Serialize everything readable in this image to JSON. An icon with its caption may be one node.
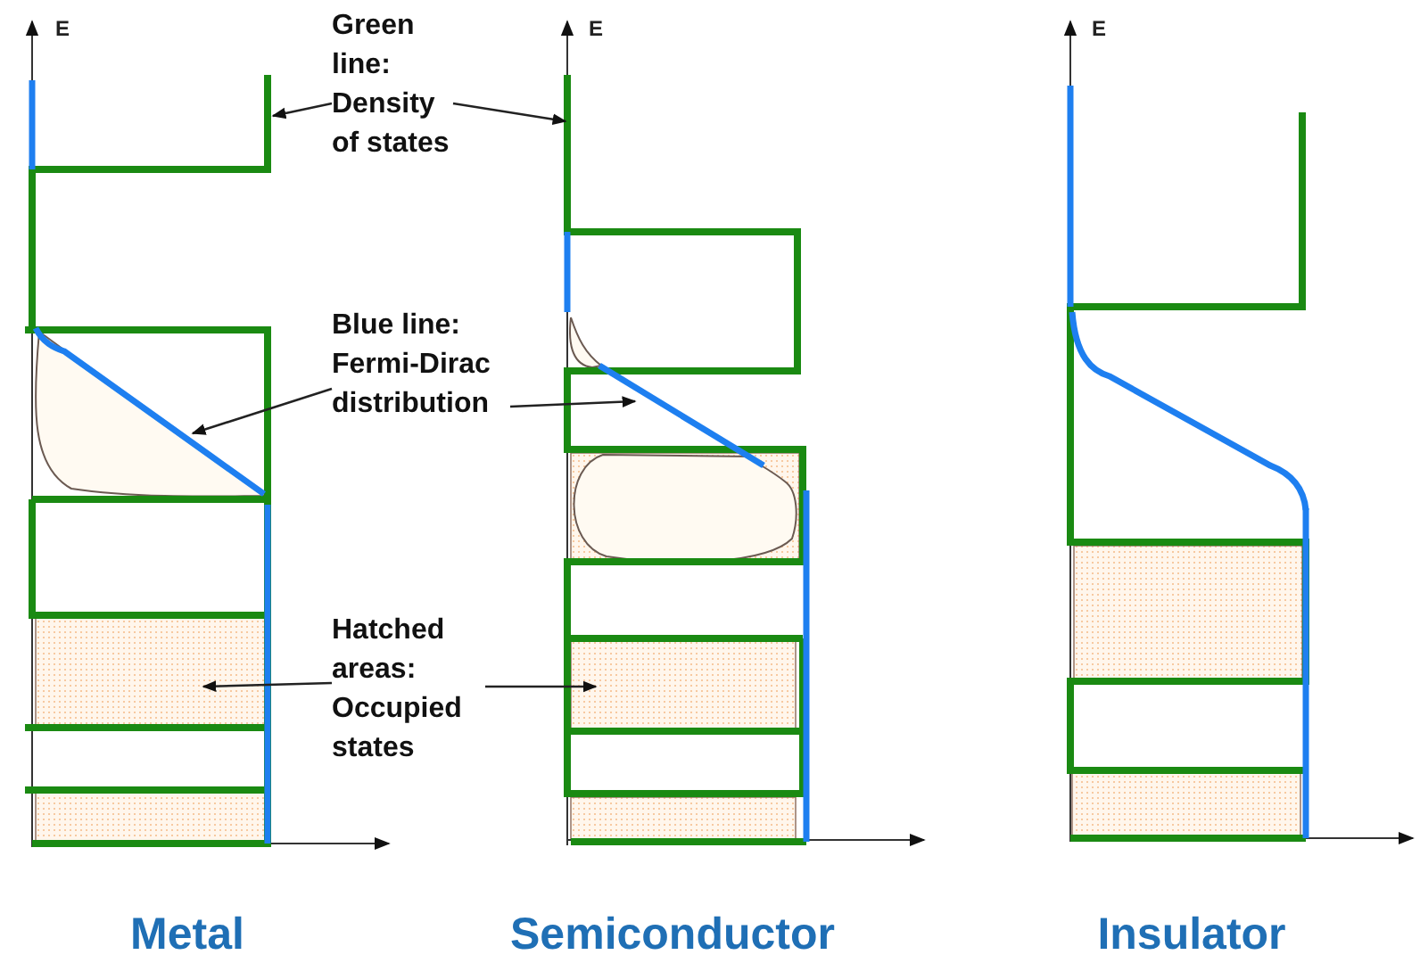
{
  "diagram": {
    "nodes": [
      {
        "text": [
          "Green line: Density of states"
        ]
      },
      {
        "text": [
          "Blue line: Fermi-Dirac distribution"
        ]
      },
      {
        "text": [
          "Hatched areas: Occupied states"
        ]
      }
    ],
    "edges": [
      {
        "from": 0,
        "to": null,
        "arrow": "to"
      },
      {
        "from": 0,
        "to": null,
        "arrow": "to"
      },
      {
        "from": 1,
        "to": null,
        "arrow": "to"
      },
      {
        "from": 1,
        "to": null,
        "arrow": "to"
      },
      {
        "from": 2,
        "to": null,
        "arrow": "to"
      },
      {
        "from": 2,
        "to": null,
        "arrow": "to"
      }
    ],
    "labels": [
      "E",
      "E",
      "E",
      "Metal",
      "Semiconductor",
      "Insulator"
    ]
  }
}
